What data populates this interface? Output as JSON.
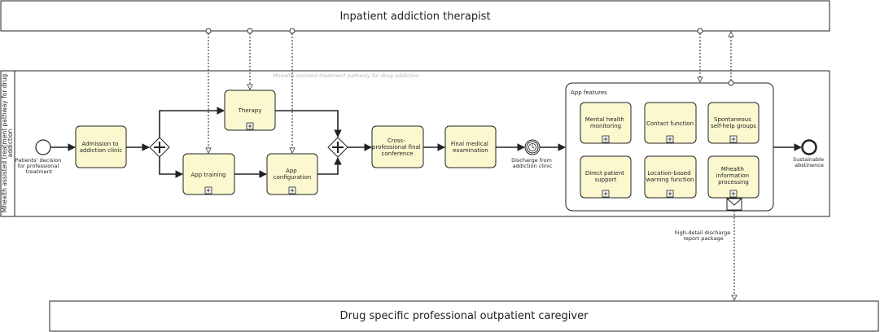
{
  "pools": {
    "top": "Inpatient addiction therapist",
    "bottom": "Drug specific professional outpatient caregiver"
  },
  "lane": {
    "label_line1": "Mhealth assisted treatment pathway for drug",
    "label_line2": "addiction",
    "watermark": "Mhealth assisted treatment pathway for drug addiction"
  },
  "events": {
    "start": [
      "Patients' decision",
      "for professional",
      "treatment"
    ],
    "timer": [
      "Discharge from",
      "addiction clinic"
    ],
    "end": [
      "Sustainable",
      "abstinence"
    ]
  },
  "tasks": {
    "admission": [
      "Admission to",
      "addiction clinic"
    ],
    "therapy": [
      "Therapy"
    ],
    "app_training": [
      "App training"
    ],
    "app_configuration": [
      "App",
      "configuration"
    ],
    "conference": [
      "Cross-",
      "professional final",
      "conference"
    ],
    "final_exam": [
      "Final medical",
      "examination"
    ]
  },
  "subprocess": {
    "title": "App features",
    "features": [
      [
        "Mental health",
        "monitoring"
      ],
      [
        "Contact function"
      ],
      [
        "Spontaneous",
        "self-help groups"
      ],
      [
        "Direct patient",
        "support"
      ],
      [
        "Location-based",
        "warning function"
      ],
      [
        "Mhealth",
        "information",
        "processing"
      ]
    ]
  },
  "message": {
    "label": [
      "high-detail discharge",
      "report package"
    ]
  },
  "colors": {
    "task_fill": "#fbf8d0",
    "stroke": "#222222"
  }
}
